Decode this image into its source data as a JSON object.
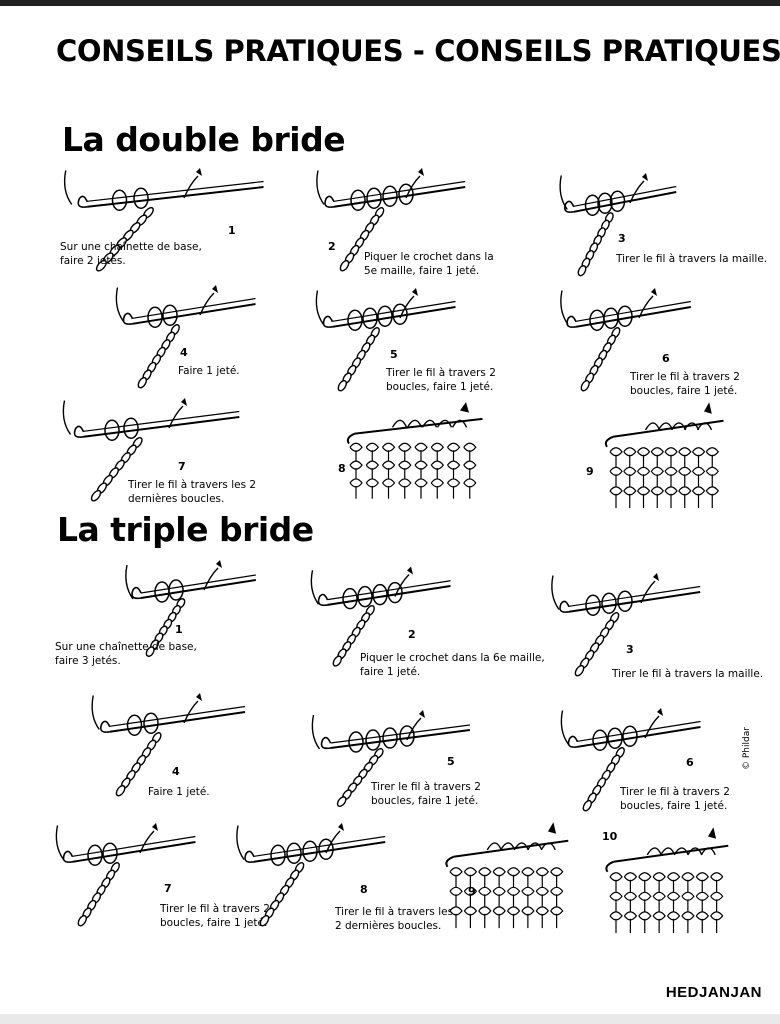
{
  "page": {
    "header": "CONSEILS PRATIQUES - CONSEILS PRATIQUES",
    "watermark": "HEDJANJAN",
    "copyright": "© Phildar"
  },
  "double_bride": {
    "title": "La double bride",
    "steps": [
      {
        "num": "1",
        "lines": [
          "Sur une chaînette de base,",
          "faire 2 jetés."
        ]
      },
      {
        "num": "2",
        "lines": [
          "Piquer le crochet dans la",
          "5e maille, faire 1 jeté."
        ]
      },
      {
        "num": "3",
        "lines": [
          "Tirer le fil à travers la maille."
        ]
      },
      {
        "num": "4",
        "lines": [
          "Faire 1 jeté."
        ]
      },
      {
        "num": "5",
        "lines": [
          "Tirer le fil à travers 2",
          "boucles, faire 1 jeté."
        ]
      },
      {
        "num": "6",
        "lines": [
          "Tirer le fil à travers 2",
          "boucles, faire 1 jeté."
        ]
      },
      {
        "num": "7",
        "lines": [
          "Tirer le fil à travers les 2",
          "dernières boucles."
        ]
      },
      {
        "num": "8",
        "lines": []
      },
      {
        "num": "9",
        "lines": []
      }
    ]
  },
  "triple_bride": {
    "title": "La triple bride",
    "steps": [
      {
        "num": "1",
        "lines": [
          "Sur une chaînette de base,",
          "faire 3 jetés."
        ]
      },
      {
        "num": "2",
        "lines": [
          "Piquer le crochet dans la 6e maille,",
          "faire 1 jeté."
        ]
      },
      {
        "num": "3",
        "lines": [
          "Tirer le fil à travers la maille."
        ]
      },
      {
        "num": "4",
        "lines": [
          "Faire 1 jeté."
        ]
      },
      {
        "num": "5",
        "lines": [
          "Tirer le fil à travers 2",
          "boucles, faire 1 jeté."
        ]
      },
      {
        "num": "6",
        "lines": [
          "Tirer le fil à travers 2",
          "boucles, faire 1 jeté."
        ]
      },
      {
        "num": "7",
        "lines": [
          "Tirer le fil à travers 2",
          "boucles, faire 1 jeté."
        ]
      },
      {
        "num": "8",
        "lines": [
          "Tirer le fil à travers les",
          "2 dernières boucles."
        ]
      },
      {
        "num": "9",
        "lines": []
      },
      {
        "num": "10",
        "lines": []
      }
    ]
  }
}
